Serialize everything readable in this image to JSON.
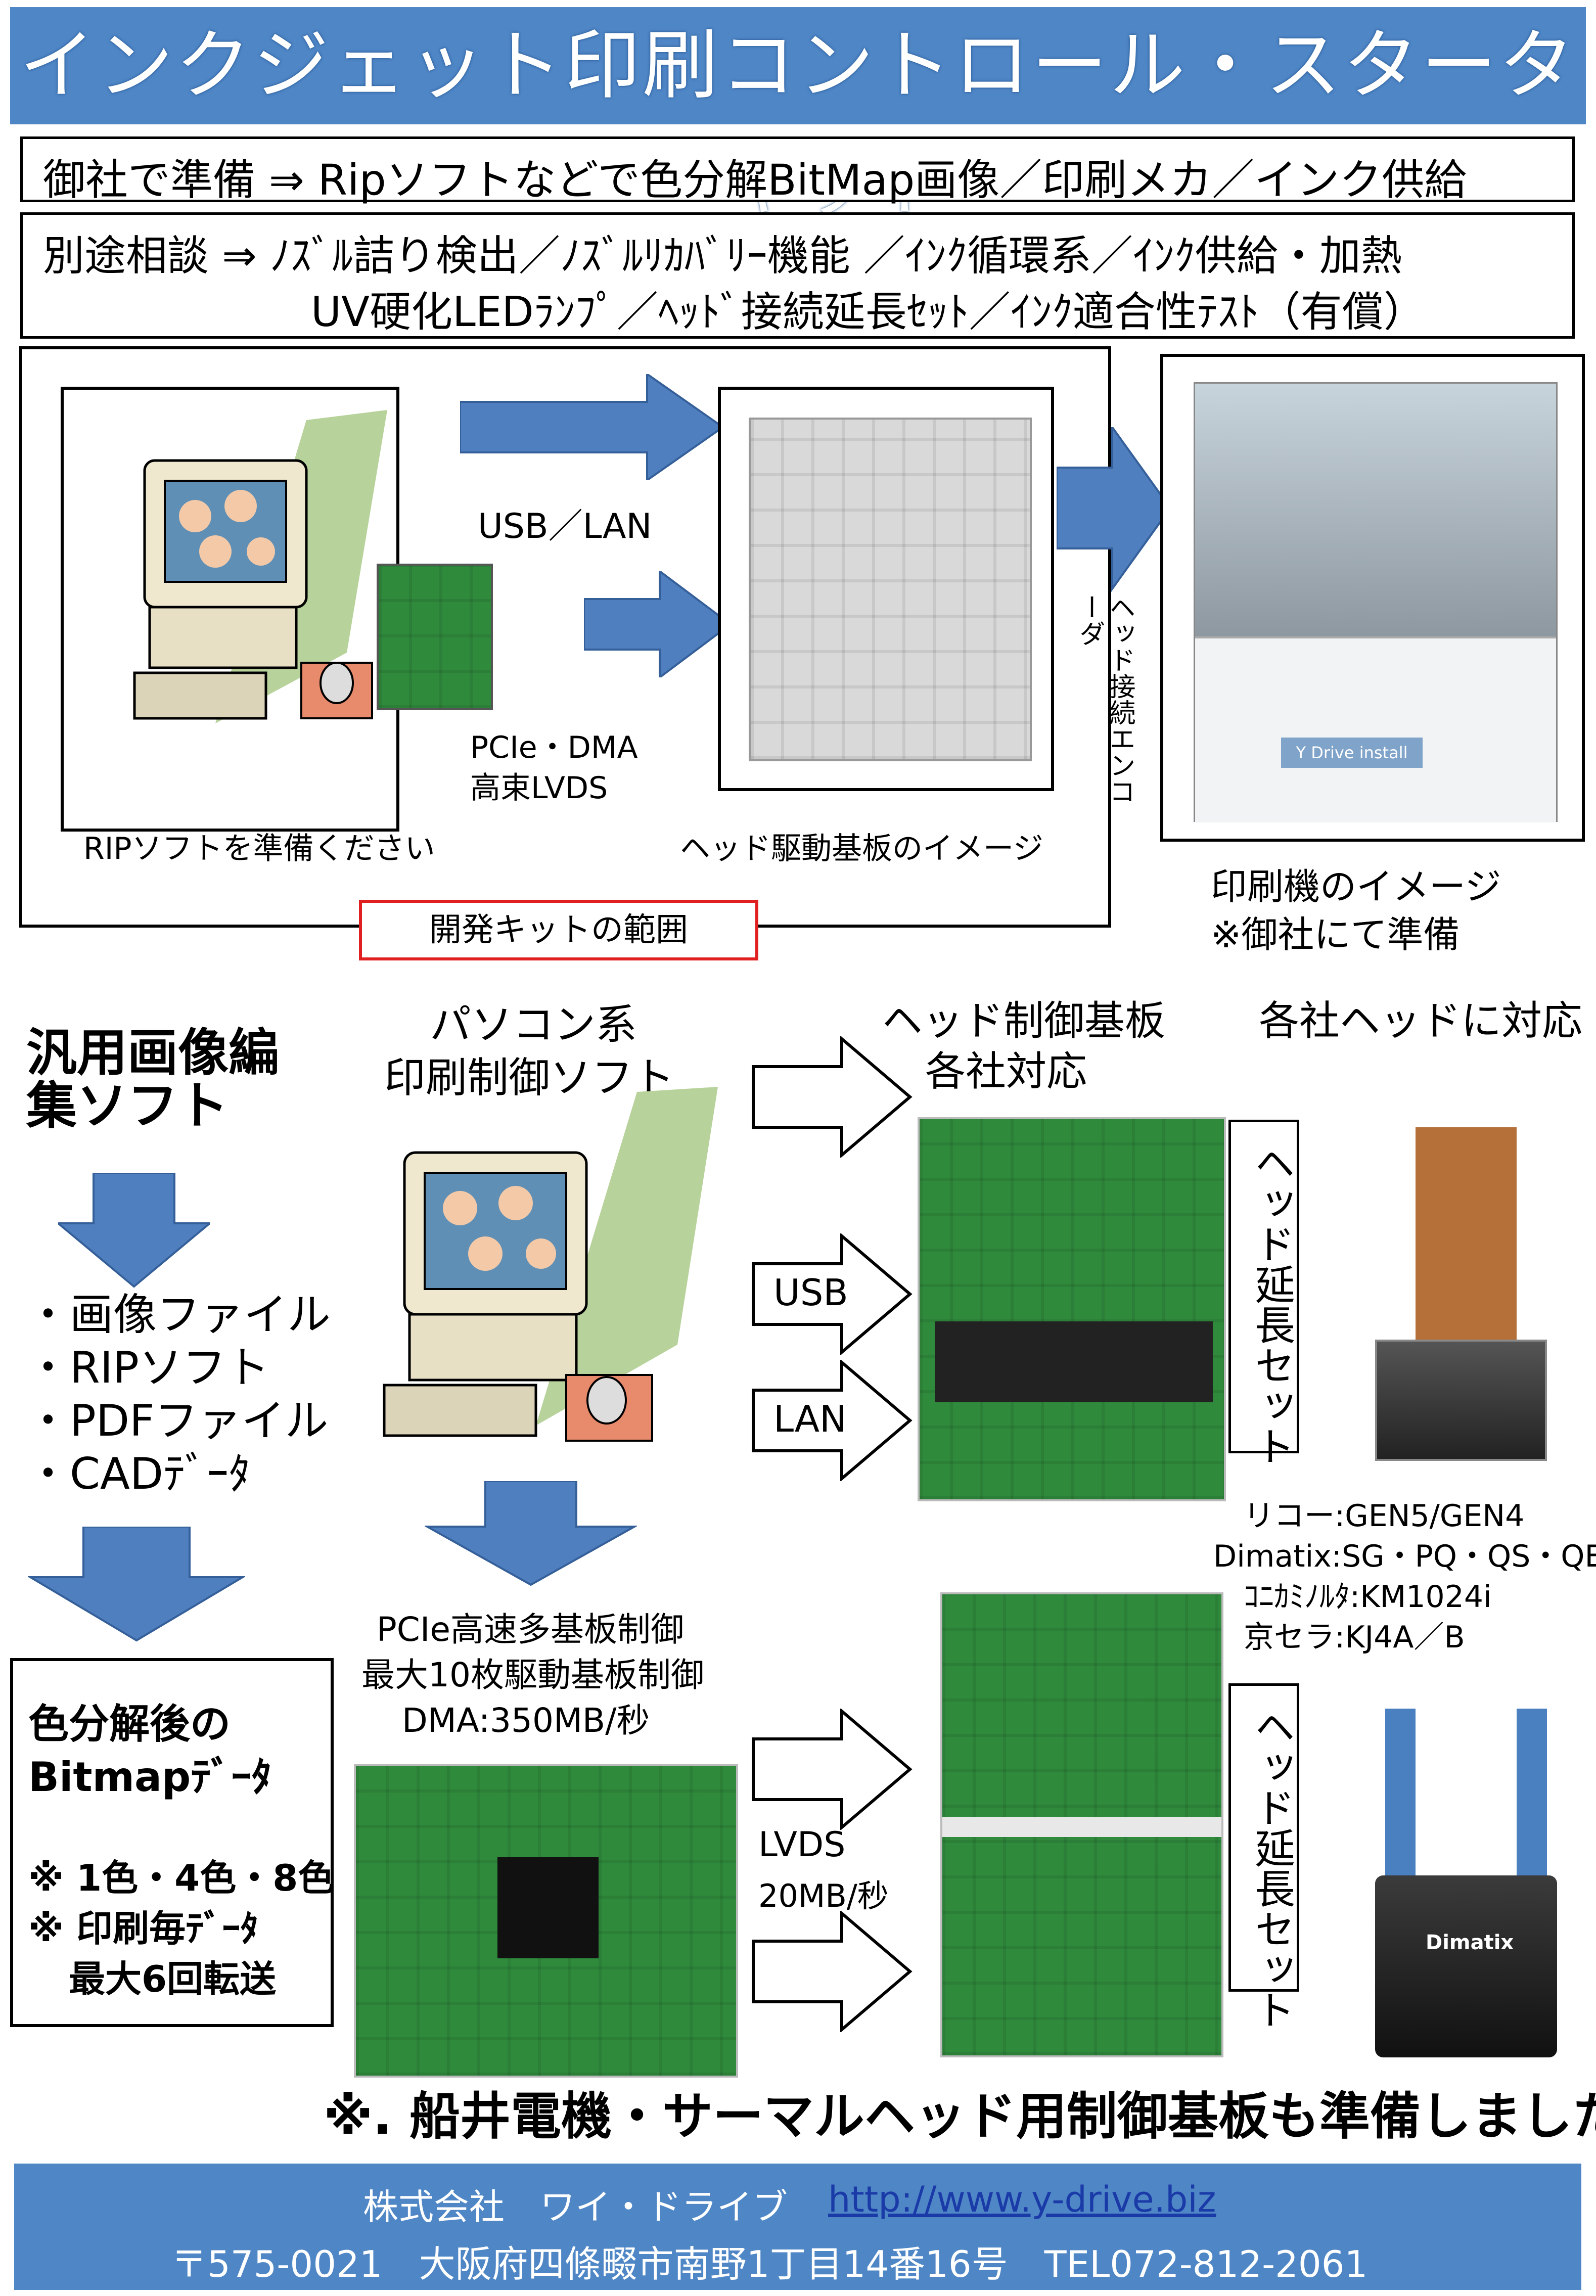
{
  "title": "インクジェット印刷コントロール・スターターキット",
  "prepare": "御社で準備 ⇒ Ripソフトなどで色分解BitMap画像／印刷メカ／インク供給",
  "consult_line1": "別途相談 ⇒ ﾉｽﾞﾙ詰り検出／ﾉｽﾞﾙﾘｶﾊﾞﾘｰ機能 ／ｲﾝｸ循環系／ｲﾝｸ供給・加熱",
  "consult_line2": "UV硬化LEDﾗﾝﾌﾟ／ﾍｯﾄﾞ接続延長ｾｯﾄ／ｲﾝｸ適合性ﾃｽﾄ（有償）",
  "top": {
    "usb_lan": "USB／LAN",
    "pcie": "PCIe・DMA",
    "lvds": "高束LVDS",
    "rip_caption": "RIPソフトを準備ください",
    "head_board_caption": "ヘッド駆動基板のイメージ",
    "encoder": "ヘッド接続エンコーダ",
    "kit_scope": "開発キットの範囲",
    "printer_caption1": "印刷機のイメージ",
    "printer_caption2": "※御社にて準備",
    "printer_label": "Y Drive install"
  },
  "middle": {
    "general_soft": "汎用画像編集ソフト",
    "pc_soft1": "パソコン系",
    "pc_soft2": "印刷制御ソフト",
    "head_ctrl1": "ヘッド制御基板",
    "head_ctrl2": "各社対応",
    "head_support": "各社ヘッドに対応",
    "usb": "USB",
    "lan": "LAN",
    "ext_set": "ヘッド延長セット",
    "files": [
      "・画像ファイル",
      "・RIPソフト",
      "・PDFファイル",
      "・CADﾃﾞｰﾀ"
    ],
    "heads": [
      "リコー:GEN5/GEN4",
      "Dimatix:SG・PQ・QS・QE等",
      "ｺﾆｶﾐﾉﾙﾀ:KM1024i",
      "京セラ:KJ4A／B"
    ]
  },
  "bottom": {
    "pcie_lines": [
      "PCIe高速多基板制御",
      "最大10枚駆動基板制御",
      "DMA:350MB/秒"
    ],
    "bitmap1": "色分解後の",
    "bitmap2": "Bitmapﾃﾞｰﾀ",
    "notes": [
      "※ 1色・4色・8色",
      "※ 印刷毎ﾃﾞｰﾀ",
      "最大6回転送"
    ],
    "lvds": "LVDS",
    "lvds_speed": "20MB/秒",
    "ext_set": "ヘッド延長セット",
    "dimatix": "Dimatix",
    "funai": "※. 船井電機・サーマルヘッド用制御基板も準備しました"
  },
  "footer": {
    "company": "株式会社　ワイ・ドライブ",
    "url": "http://www.y-drive.biz",
    "address": "〒575-0021　大阪府四條畷市南野1丁目14番16号　TEL072-812-2061"
  },
  "colors": {
    "accent": "#4f86c6",
    "arrow": "#4f7fbf",
    "scope_border": "#e02020"
  }
}
